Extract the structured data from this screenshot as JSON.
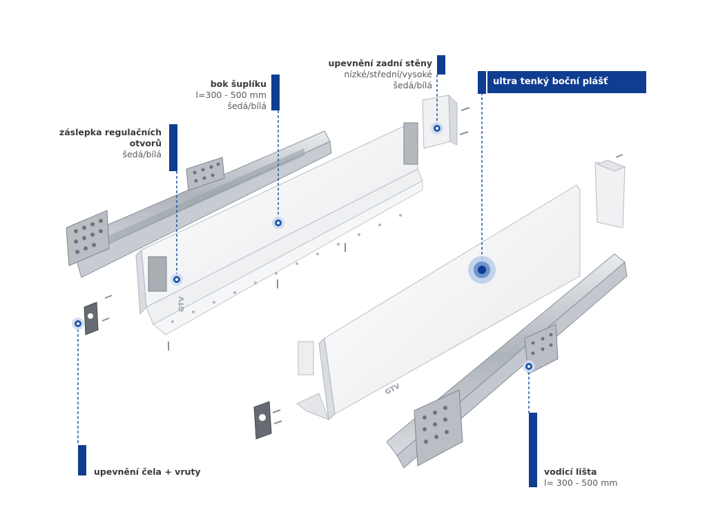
{
  "labels": {
    "rear_wall": {
      "title": "upevnění zadní stěny",
      "lines": [
        "nízké/střední/vysoké",
        "šedá/bílá"
      ]
    },
    "drawer_side": {
      "title": "bok šuplíku",
      "lines": [
        "l=300 - 500 mm",
        "šedá/bílá"
      ]
    },
    "cover_cap": {
      "title_lines": [
        "záslepka regulačních",
        "otvorů"
      ],
      "lines": [
        "šedá/bílá"
      ]
    },
    "thin_side": {
      "title": "ultra tenký boční plášť"
    },
    "front_mount": {
      "title": "upevnění čela + vruty"
    },
    "runner": {
      "title": "vodicí lišta",
      "lines": [
        "l= 300 - 500 mm"
      ]
    }
  },
  "product_marks": [
    "GTV",
    "GTV"
  ],
  "colors": {
    "accent": "#0f3d91",
    "callout": "#1f57a8",
    "part": "#f2f3f5",
    "steel": "#bfc4ca"
  }
}
